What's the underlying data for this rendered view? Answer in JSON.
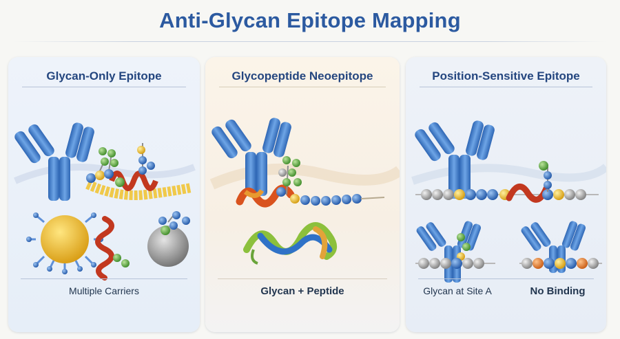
{
  "title": "Anti-Glycan Epitope Mapping",
  "panels": [
    {
      "title": "Glycan-Only Epitope",
      "caption": "Multiple Carriers"
    },
    {
      "title": "Glycopeptide Neoepitope",
      "caption": "Glycan + Peptide"
    },
    {
      "title": "Position-Sensitive Epitope",
      "caption_left": "Glycan at Site A",
      "caption_right": "No Binding"
    }
  ],
  "colors": {
    "title": "#2c5aa0",
    "antibody": "#3f7fcf",
    "glycan_green": "#5aa83c",
    "glycan_blue": "#2f6fc0",
    "glycan_yellow": "#e8b21e",
    "helix_red": "#c23a22",
    "bead_gray": "#9a9a9a",
    "bead_orange": "#e0782a"
  }
}
